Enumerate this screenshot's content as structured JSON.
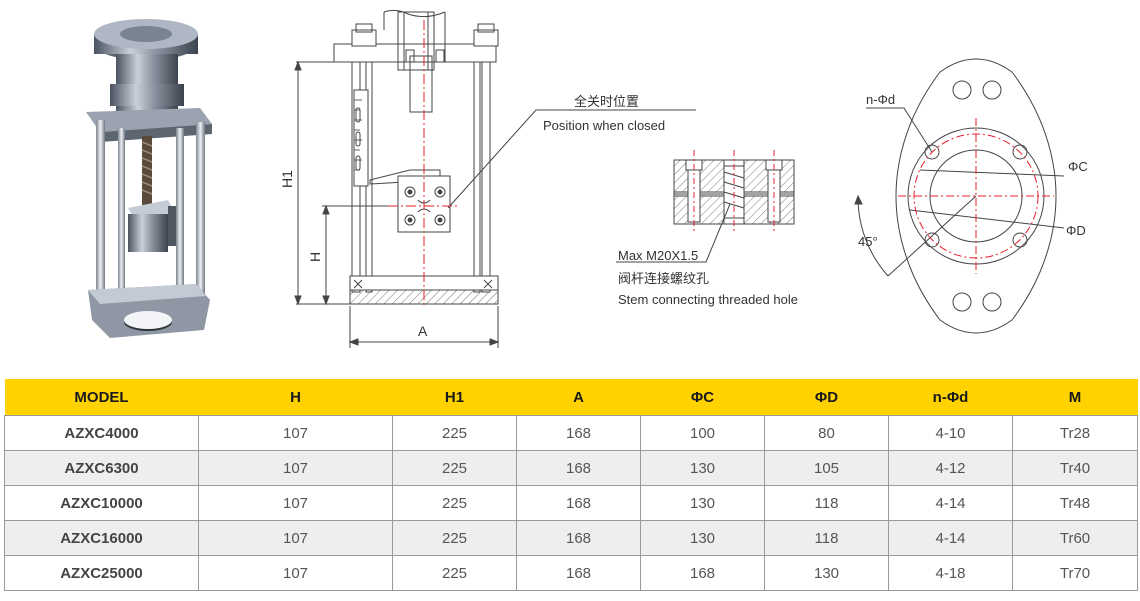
{
  "labels": {
    "closed_position_cn": "全关时位置",
    "closed_position_en": "Position when closed",
    "thread_max": "Max  M20X1.5",
    "stem_hole_cn": "阀杆连接螺纹孔",
    "stem_hole_en": "Stem connecting threaded hole",
    "dim_h1": "H1",
    "dim_h": "H",
    "dim_a": "A",
    "dim_nd": "n-Φd",
    "dim_c": "ΦC",
    "dim_d": "ΦD",
    "angle": "45°"
  },
  "colors": {
    "header_bg": "#ffd200",
    "row_alt_bg": "#eeeeee",
    "center_line": "#e8202a"
  },
  "table": {
    "headers": [
      "MODEL",
      "H",
      "H1",
      "A",
      "ΦC",
      "ΦD",
      "n-Φd",
      "M"
    ],
    "rows": [
      [
        "AZXC4000",
        "107",
        "225",
        "168",
        "100",
        "80",
        "4-10",
        "Tr28"
      ],
      [
        "AZXC6300",
        "107",
        "225",
        "168",
        "130",
        "105",
        "4-12",
        "Tr40"
      ],
      [
        "AZXC10000",
        "107",
        "225",
        "168",
        "130",
        "118",
        "4-14",
        "Tr48"
      ],
      [
        "AZXC16000",
        "107",
        "225",
        "168",
        "130",
        "118",
        "4-14",
        "Tr60"
      ],
      [
        "AZXC25000",
        "107",
        "225",
        "168",
        "168",
        "130",
        "4-18",
        "Tr70"
      ]
    ]
  }
}
